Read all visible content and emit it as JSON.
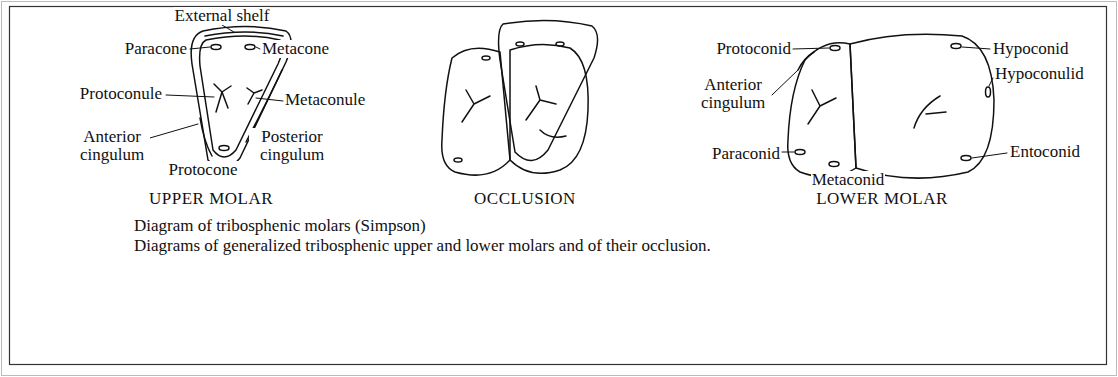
{
  "diagram": {
    "title": "Diagram of tribosphenic molars (Simpson)",
    "caption": "Diagrams of generalized tribosphenic upper and lower molars and of their occlusion.",
    "labels": [
      "External shelf",
      "Paracone",
      "Metacone",
      "Protoconule",
      "Metaconule",
      "Anterior cingulum",
      "Posterior cingulum",
      "Protocone",
      "UPPER MOLAR",
      "OCCLUSION",
      "Protoconid",
      "Anterior cingulum",
      "Paraconid",
      "Metaconid",
      "Hypoconid",
      "Hypoconulid",
      "Entoconid",
      "LOWER MOLAR"
    ]
  }
}
